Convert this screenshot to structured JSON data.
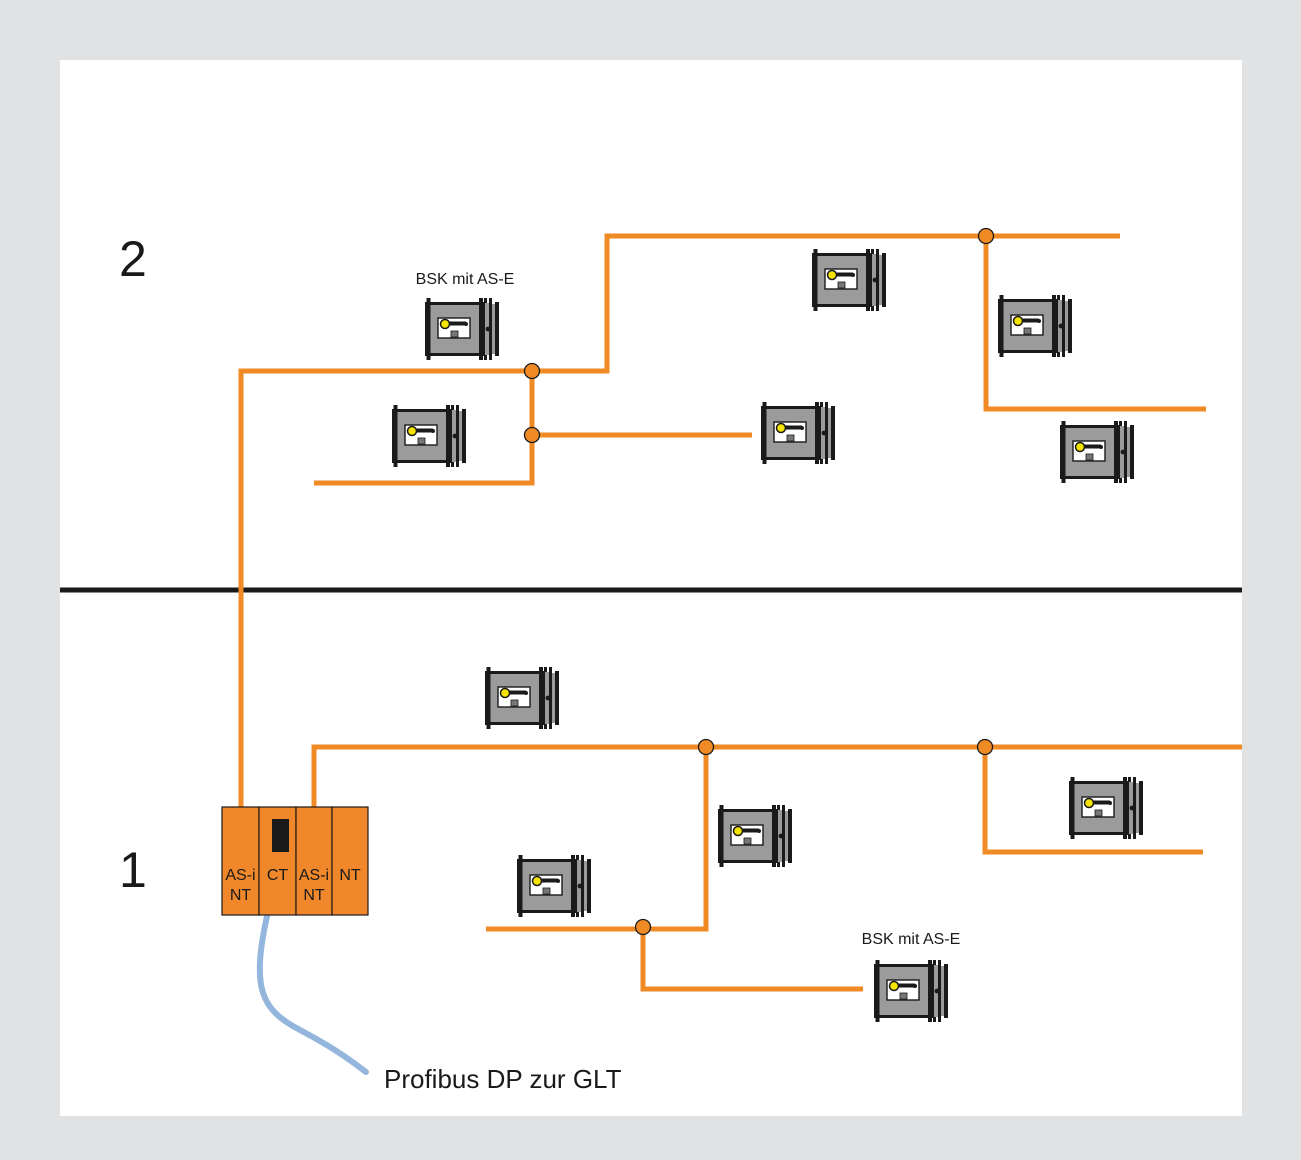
{
  "floors": [
    {
      "number": "2"
    },
    {
      "number": "1"
    }
  ],
  "damper_label_top": "BSK mit AS-E",
  "damper_label_bottom": "BSK mit AS-E",
  "controller_modules": [
    {
      "line1": "AS-i",
      "line2": "NT"
    },
    {
      "line1": "CT",
      "line2": ""
    },
    {
      "line1": "AS-i",
      "line2": "NT"
    },
    {
      "line1": "NT",
      "line2": ""
    }
  ],
  "profibus_label": "Profibus DP zur GLT",
  "colors": {
    "background": "#e1e2e4",
    "panel": "#ffffff",
    "bus_line": "#f08a24",
    "node_fill": "#f08a24",
    "controller": "#f0872a",
    "profibus_cable": "#94b6dc",
    "floor_divider": "#1a1a1a",
    "damper_body": "#9a9a9a",
    "damper_indicator": "#f5e400"
  }
}
